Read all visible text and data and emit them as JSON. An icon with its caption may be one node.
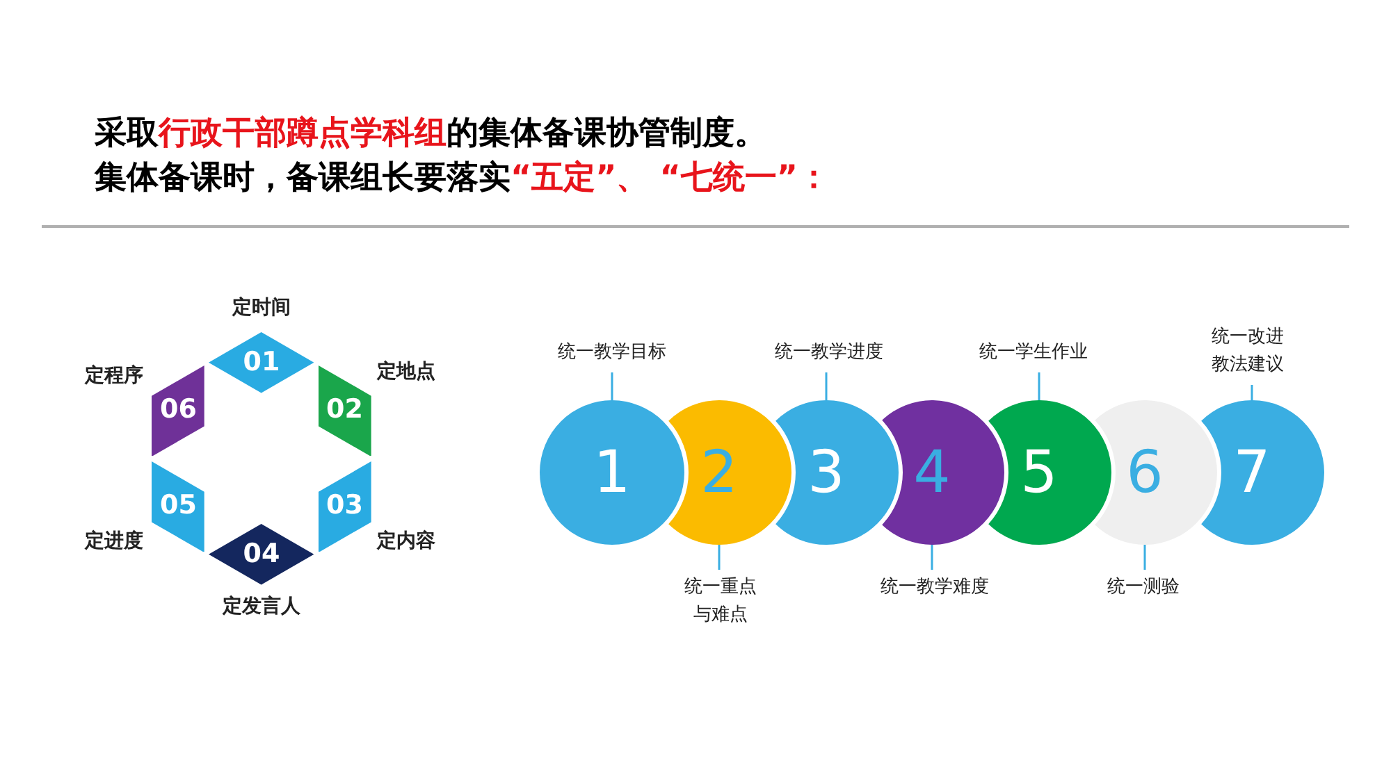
{
  "diagram": {
    "title": "采取**行政干部蹲点学科组**的集体备课协管制度。",
    "nodes": [
      {
        "text": [
          "01"
        ],
        "beside": [
          "定时间"
        ]
      },
      {
        "text": [
          "02"
        ],
        "beside": [
          "定地点"
        ]
      },
      {
        "text": [
          "03"
        ],
        "beside": [
          "定内容"
        ]
      },
      {
        "text": [
          "04"
        ],
        "beside": [
          "定发言人"
        ]
      },
      {
        "text": [
          "05"
        ],
        "beside": [
          "定进度"
        ]
      },
      {
        "text": [
          "06"
        ],
        "beside": [
          "定程序"
        ]
      },
      {
        "text": [
          "1"
        ]
      },
      {
        "text": [
          "2"
        ]
      },
      {
        "text": [
          "3"
        ]
      },
      {
        "text": [
          "4"
        ]
      },
      {
        "text": [
          "5"
        ]
      },
      {
        "text": [
          "6"
        ]
      },
      {
        "text": [
          "7"
        ]
      },
      {
        "text": [
          "统一教学目标"
        ]
      },
      {
        "text": [
          "统一重点与难点"
        ]
      },
      {
        "text": [
          "统一教学进度"
        ]
      },
      {
        "text": [
          "统一教学难度"
        ]
      },
      {
        "text": [
          "统一学生作业"
        ]
      },
      {
        "text": [
          "统一测验"
        ]
      },
      {
        "text": [
          "统一改进教法建议"
        ]
      }
    ],
    "edges": [
      {
        "from": 13,
        "to": 6,
        "arrow": "none"
      },
      {
        "from": 14,
        "to": 7,
        "arrow": "none"
      },
      {
        "from": 15,
        "to": 8,
        "arrow": "none"
      },
      {
        "from": 16,
        "to": 9,
        "arrow": "none"
      },
      {
        "from": 17,
        "to": 10,
        "arrow": "none"
      },
      {
        "from": 18,
        "to": 11,
        "arrow": "none"
      },
      {
        "from": 19,
        "to": 12,
        "arrow": "none"
      }
    ],
    "labels": [
      "集体备课时，备课组长要落实**“五定”、 “七统一”：**"
    ]
  }
}
